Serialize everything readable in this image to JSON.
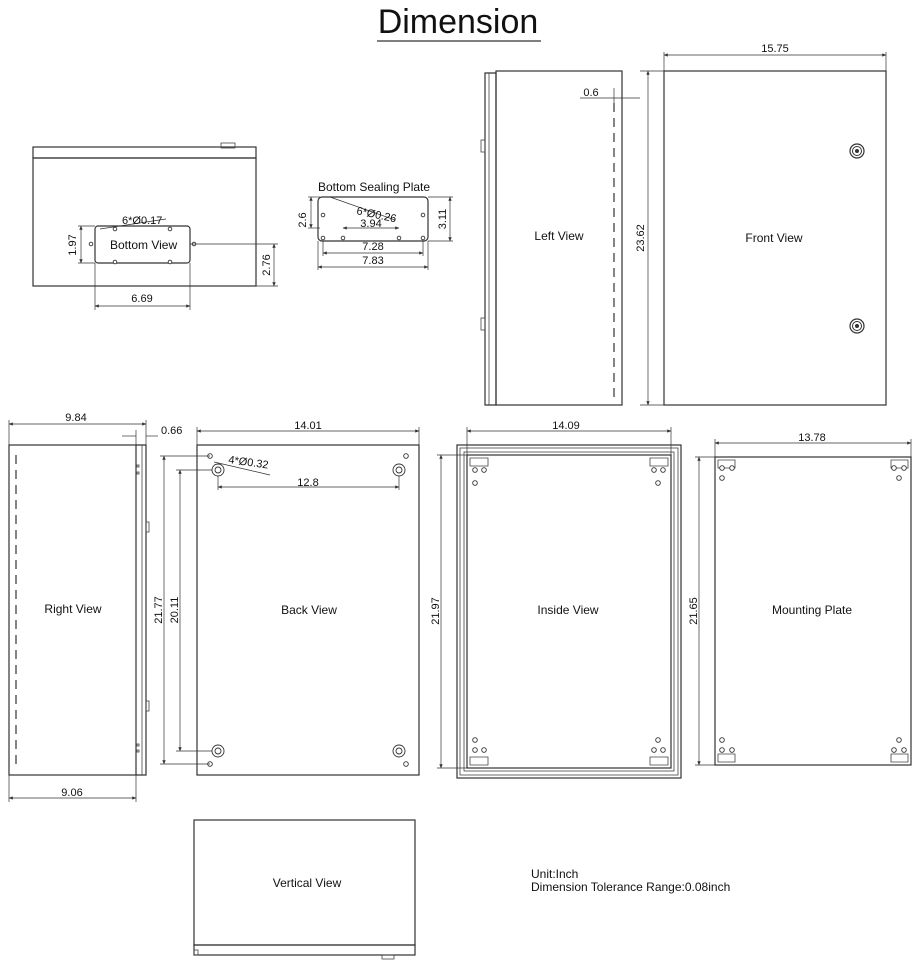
{
  "title": "Dimension",
  "views": {
    "bottom": "Bottom View",
    "sealing_plate": "Bottom Sealing Plate",
    "left": "Left View",
    "front": "Front View",
    "right": "Right View",
    "back": "Back View",
    "inside": "Inside View",
    "mounting": "Mounting Plate",
    "vertical": "Vertical View"
  },
  "dims": {
    "bottom_holes": "6*Ø0.17",
    "bottom_h": "1.97",
    "bottom_w": "6.69",
    "bottom_depth": "2.76",
    "plate_holes": "6*Ø0.26",
    "plate_h_left": "2.6",
    "plate_h_right": "3.11",
    "plate_inner": "3.94",
    "plate_mid": "7.28",
    "plate_outer": "7.83",
    "left_offset": "0.6",
    "front_w": "15.75",
    "front_h": "23.62",
    "right_top": "9.84",
    "right_bottom": "9.06",
    "right_offset": "0.66",
    "back_w": "14.01",
    "back_holes": "4*Ø0.32",
    "back_inner_w": "12.8",
    "back_h_outer": "21.77",
    "back_h_inner": "20.11",
    "inside_w": "14.09",
    "inside_h": "21.97",
    "mount_w": "13.78",
    "mount_h": "21.65"
  },
  "notes": {
    "unit": "Unit:Inch",
    "tolerance": "Dimension Tolerance Range:0.08inch"
  }
}
